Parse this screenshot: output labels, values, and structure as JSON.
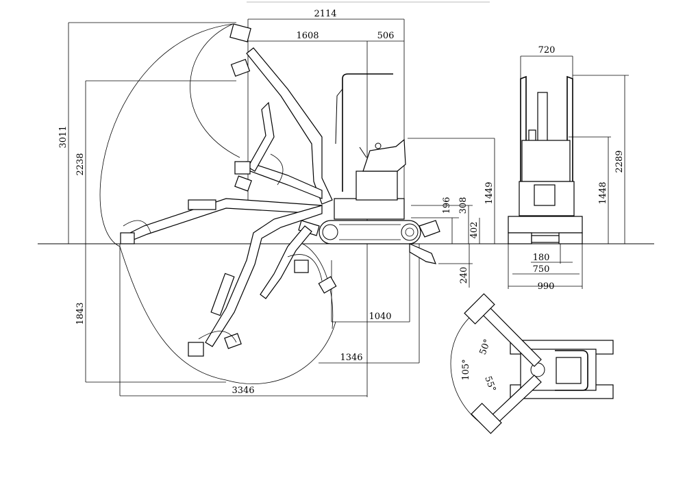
{
  "side_view": {
    "dims": {
      "reach_2114": "2114",
      "reach_1608": "1608",
      "tail_506": "506",
      "height_3011": "3011",
      "dump_2238": "2238",
      "cab_1449": "1449",
      "clear_196": "196",
      "clear_308": "308",
      "blade_402": "402",
      "dig_1843": "1843",
      "blade_240": "240",
      "len_1040": "1040",
      "len_1346": "1346",
      "len_3346": "3346"
    }
  },
  "front_view": {
    "dims": {
      "top_720": "720",
      "h_1448": "1448",
      "h_2289": "2289",
      "w_180": "180",
      "w_750": "750",
      "w_990": "990"
    }
  },
  "top_view": {
    "dims": {
      "swing_105": "105°",
      "left_50": "50°",
      "right_55": "55°"
    }
  }
}
